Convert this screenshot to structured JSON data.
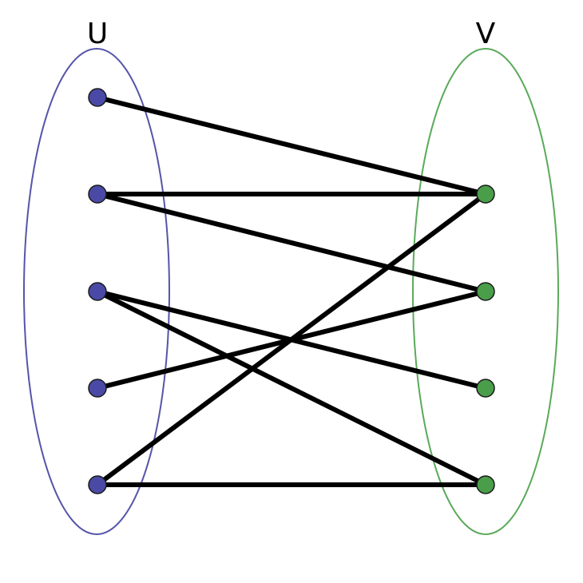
{
  "graph": {
    "sets": {
      "U": {
        "label": "U",
        "color": "#5555aa",
        "vertex_color": "#4a4aa6",
        "vertex_count": 5
      },
      "V": {
        "label": "V",
        "color": "#5aaa5a",
        "vertex_color": "#4a9e4a",
        "vertex_count": 4
      }
    },
    "edges": [
      {
        "from": [
          "U",
          0
        ],
        "to": [
          "V",
          0
        ]
      },
      {
        "from": [
          "U",
          1
        ],
        "to": [
          "V",
          0
        ]
      },
      {
        "from": [
          "U",
          1
        ],
        "to": [
          "V",
          1
        ]
      },
      {
        "from": [
          "U",
          2
        ],
        "to": [
          "V",
          2
        ]
      },
      {
        "from": [
          "U",
          2
        ],
        "to": [
          "V",
          3
        ]
      },
      {
        "from": [
          "U",
          3
        ],
        "to": [
          "V",
          1
        ]
      },
      {
        "from": [
          "U",
          4
        ],
        "to": [
          "V",
          0
        ]
      },
      {
        "from": [
          "U",
          4
        ],
        "to": [
          "V",
          3
        ]
      }
    ]
  }
}
